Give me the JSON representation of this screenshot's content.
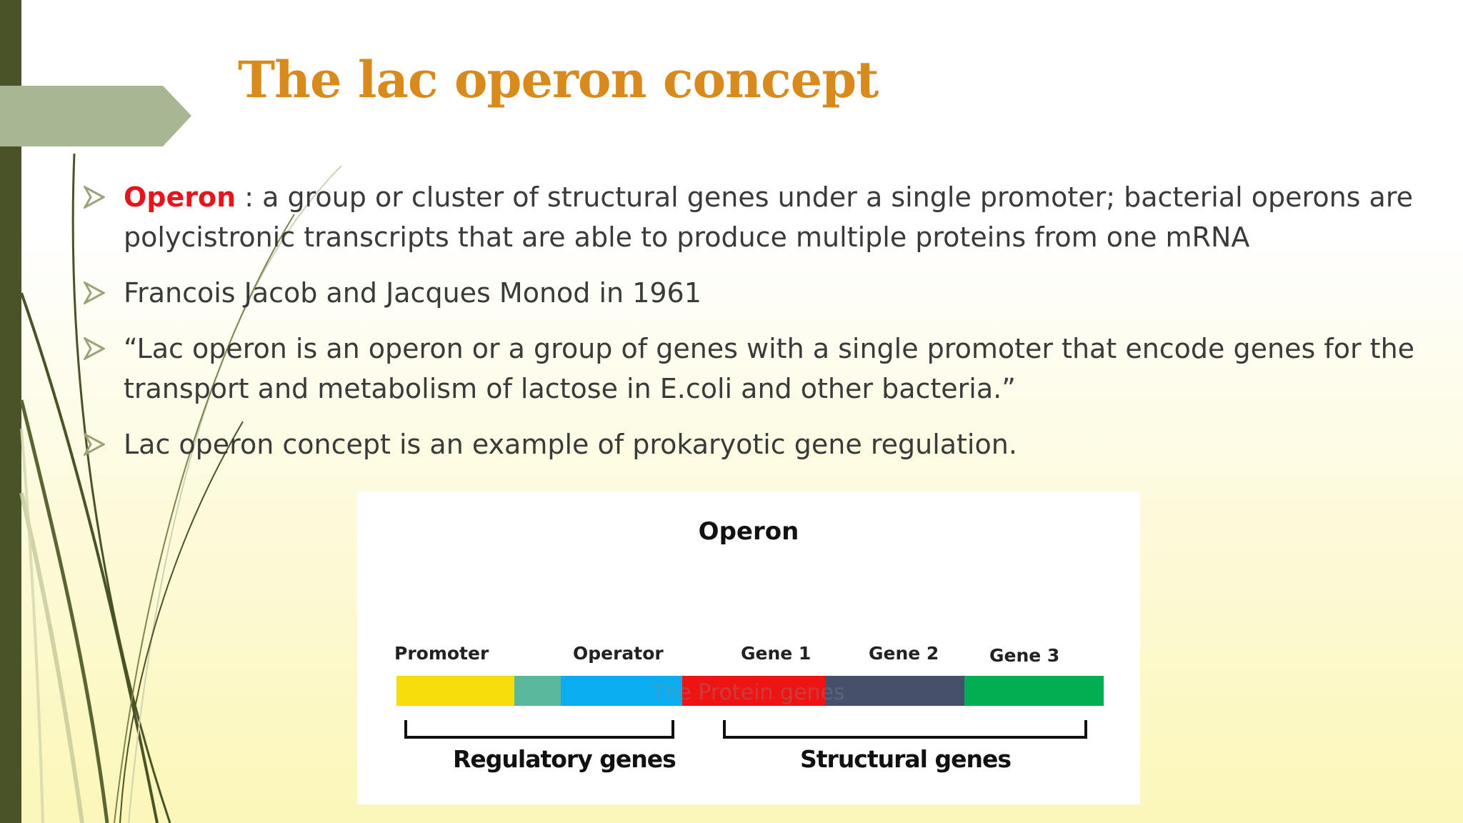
{
  "slide": {
    "title": "The lac operon concept",
    "accent_color": "#d98a1c",
    "term_color": "#e8141c",
    "sidebar_color": "#4a5328",
    "tab_color": "#a8b793",
    "bullet_icon": "arrow-bullet-icon"
  },
  "bullets": [
    {
      "term": "Operon",
      "text": " : a group or cluster of structural genes under a single promoter; bacterial operons are polycistronic transcripts that are able to produce multiple proteins from one mRNA"
    },
    {
      "term": "",
      "text": "Francois Jacob and Jacques Monod in 1961"
    },
    {
      "term": "",
      "text": "“Lac operon is an operon or a group of genes with a single promoter that encode genes for the transport and metabolism of lactose in E.coli and other bacteria.”"
    },
    {
      "term": "",
      "text": "Lac operon concept is an example of prokaryotic gene regulation."
    }
  ],
  "diagram": {
    "title": "Operon",
    "labels": {
      "promoter": "Promoter",
      "operator": "Operator",
      "gene1": "Gene 1",
      "gene2": "Gene 2",
      "gene3": "Gene 3"
    },
    "faint_text": "The Protein genes",
    "segments": [
      {
        "name": "promoter",
        "color": "#f7dc0c"
      },
      {
        "name": "operator-overlap",
        "color": "#5ab89c"
      },
      {
        "name": "operator",
        "color": "#0aaef0"
      },
      {
        "name": "gene-1",
        "color": "#ef1414"
      },
      {
        "name": "gene-2",
        "color": "#46506b"
      },
      {
        "name": "gene-3",
        "color": "#03ae52"
      }
    ],
    "regulatory_label": "Regulatory genes",
    "structural_label": "Structural genes"
  }
}
